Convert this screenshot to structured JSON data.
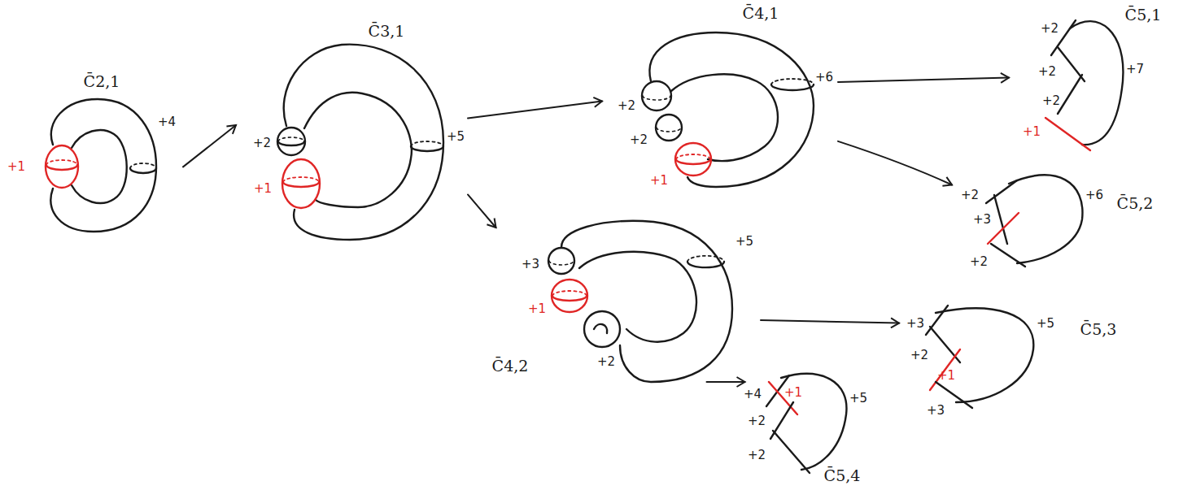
{
  "diagram": {
    "nodes": [
      {
        "text": [
          "C̄2,1",
          "+4",
          "+1"
        ]
      },
      {
        "text": [
          "C̄3,1",
          "+2",
          "+1",
          "+5"
        ]
      },
      {
        "text": [
          "C̄4,1",
          "+6",
          "+2",
          "+2",
          "+1"
        ]
      },
      {
        "text": [
          "C̄4,2",
          "+5",
          "+3",
          "+1",
          "+2"
        ]
      },
      {
        "text": [
          "C̄5,1",
          "+7",
          "+2",
          "+2",
          "+2",
          "+1"
        ]
      },
      {
        "text": [
          "C̄5,2",
          "+6",
          "+2",
          "+3",
          "+2"
        ]
      },
      {
        "text": [
          "C̄5,3",
          "+5",
          "+3",
          "+2",
          "+1",
          "+3"
        ]
      },
      {
        "text": [
          "C̄5,4",
          "+5",
          "+4",
          "+1",
          "+2",
          "+2"
        ]
      }
    ],
    "edges": [
      {
        "from": 0,
        "to": 1,
        "arrow": "to"
      },
      {
        "from": 1,
        "to": 2,
        "arrow": "to"
      },
      {
        "from": 1,
        "to": 3,
        "arrow": "to"
      },
      {
        "from": 2,
        "to": 4,
        "arrow": "to"
      },
      {
        "from": 2,
        "to": 5,
        "arrow": "to"
      },
      {
        "from": 3,
        "to": 6,
        "arrow": "to"
      },
      {
        "from": 3,
        "to": 7,
        "arrow": "to"
      }
    ]
  }
}
